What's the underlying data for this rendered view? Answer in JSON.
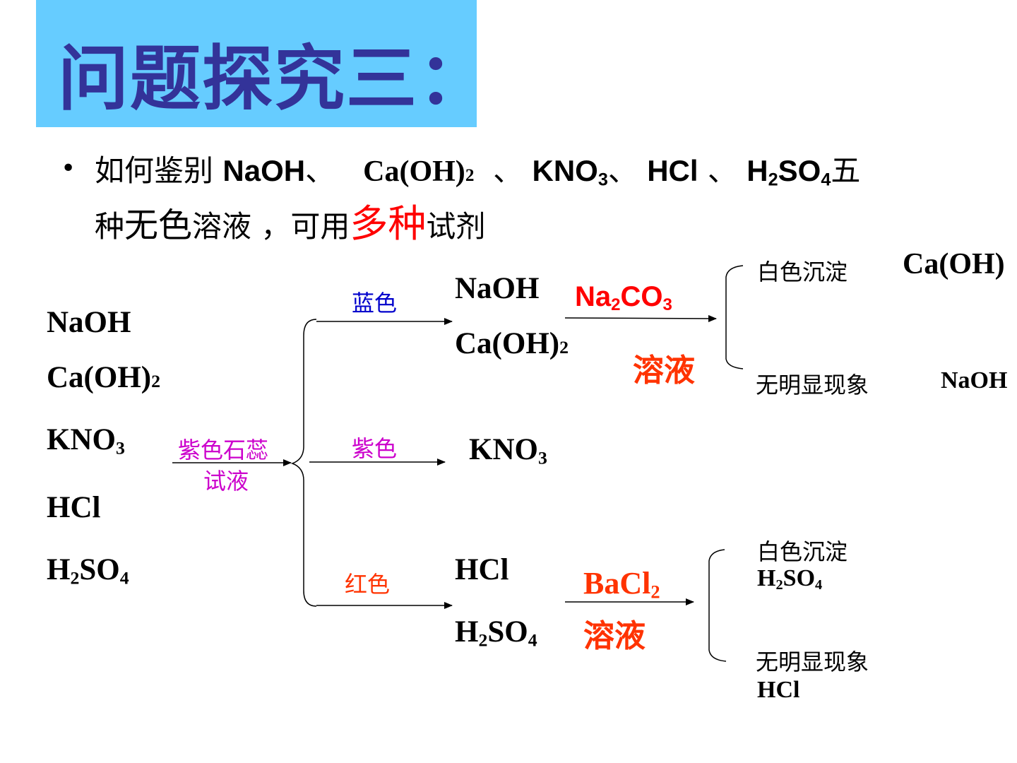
{
  "title": "问题探究三：",
  "question": {
    "bullet": "•",
    "part1": "如何鉴别",
    "naoh": "NaOH",
    "sep1": "、",
    "caoh": "Ca(OH)",
    "caoh_sub": "2",
    "sep2": "、",
    "kno": "KNO",
    "kno_sub": "3",
    "sep3": "、",
    "hcl": "HCl",
    "sep4": "、",
    "h": "H",
    "h_sub": "2",
    "so": "SO",
    "so_sub": "4",
    "wu": "五",
    "zhong": "种",
    "wuse": "无色",
    "rongye": "溶液",
    "comma": "，可用",
    "duozhong": "多种",
    "shiji": "试剂"
  },
  "left_list": {
    "naoh": "NaOH",
    "caoh": "Ca(OH)",
    "caoh_sub": "2",
    "kno": "KNO",
    "kno_sub": "3",
    "hcl": "HCl",
    "h": "H",
    "h_sub": "2",
    "so": "SO",
    "so_sub": "4"
  },
  "reagent1": {
    "line1": "紫色石蕊",
    "line2": "试液",
    "color": "#cc00cc"
  },
  "branches": {
    "blue_label": "蓝色",
    "blue_color": "#0000cc",
    "purple_label": "紫色",
    "purple_color": "#cc00cc",
    "red_label": "红色",
    "red_color": "#ff3300"
  },
  "group1": {
    "naoh": "NaOH",
    "caoh": "Ca(OH)",
    "caoh_sub": "2"
  },
  "group2": {
    "kno": "KNO",
    "kno_sub": "3"
  },
  "group3": {
    "hcl": "HCl",
    "h": "H",
    "h_sub": "2",
    "so": "SO",
    "so_sub": "4"
  },
  "reagent2": {
    "na": "Na",
    "na_sub": "2",
    "co": "CO",
    "co_sub": "3",
    "rongye": "溶液",
    "color": "#ff0000",
    "rongye_color": "#ff3300"
  },
  "reagent3": {
    "ba": "BaCl",
    "ba_sub": "2",
    "rongye": "溶液",
    "color": "#ff3300"
  },
  "results1": {
    "white_ppt": "白色沉淀",
    "caoh": "Ca(OH)",
    "no_change": "无明显现象",
    "naoh": "NaOH"
  },
  "results2": {
    "white_ppt": "白色沉淀",
    "h": "H",
    "h_sub": "2",
    "so": "SO",
    "so_sub": "4",
    "no_change": "无明显现象",
    "hcl": "HCl"
  }
}
